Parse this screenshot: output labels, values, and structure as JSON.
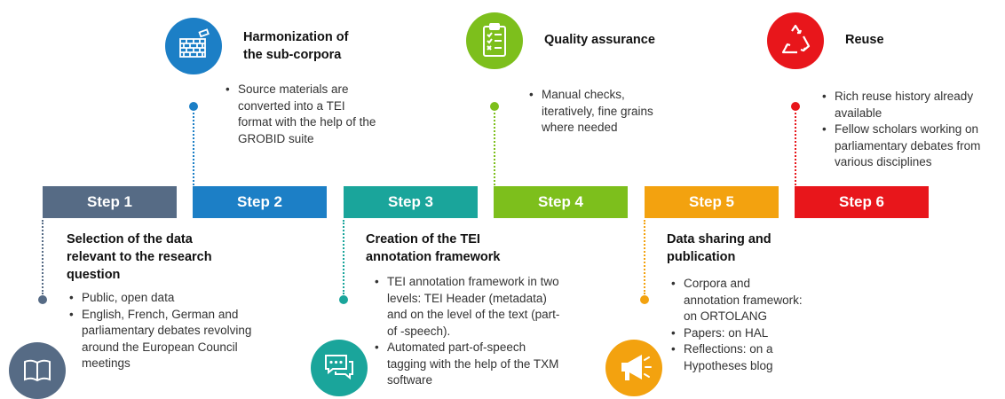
{
  "steps": [
    {
      "label": "Step 1",
      "color": "#566b85"
    },
    {
      "label": "Step 2",
      "color": "#1c7fc6"
    },
    {
      "label": "Step 3",
      "color": "#1aa59b"
    },
    {
      "label": "Step 4",
      "color": "#7dbf1c"
    },
    {
      "label": "Step 5",
      "color": "#f3a20f"
    },
    {
      "label": "Step 6",
      "color": "#e8161b"
    }
  ],
  "step1": {
    "title": "Selection of the data relevant to the research question",
    "bullets": [
      "Public, open data",
      "English, French, German and parliamentary debates revolving around  the European Council meetings"
    ],
    "icon": "book-icon"
  },
  "step2": {
    "title": "Harmonization of the sub-corpora",
    "bullets": [
      "Source materials are converted into a TEI format with the help of the GROBID suite"
    ],
    "icon": "brick-wall-icon"
  },
  "step3": {
    "title": "Creation of the TEI annotation framework",
    "bullets": [
      "TEI annotation framework in two levels: TEI Header (metadata) and on the level of the text (part-of -speech).",
      "Automated part-of-speech tagging with the help of  the TXM software"
    ],
    "icon": "chat-bubbles-icon"
  },
  "step4": {
    "title": "Quality assurance",
    "bullets": [
      "Manual checks, iteratively, fine grains where needed"
    ],
    "icon": "checklist-icon"
  },
  "step5": {
    "title": "Data sharing and publication",
    "bullets": [
      "Corpora and annotation framework: on ORTOLANG",
      "Papers: on HAL",
      "Reflections: on a Hypotheses blog"
    ],
    "icon": "megaphone-icon"
  },
  "step6": {
    "title": "Reuse",
    "bullets": [
      "Rich reuse history already available",
      "Fellow scholars working on parliamentary debates from various disciplines"
    ],
    "icon": "recycle-icon"
  }
}
